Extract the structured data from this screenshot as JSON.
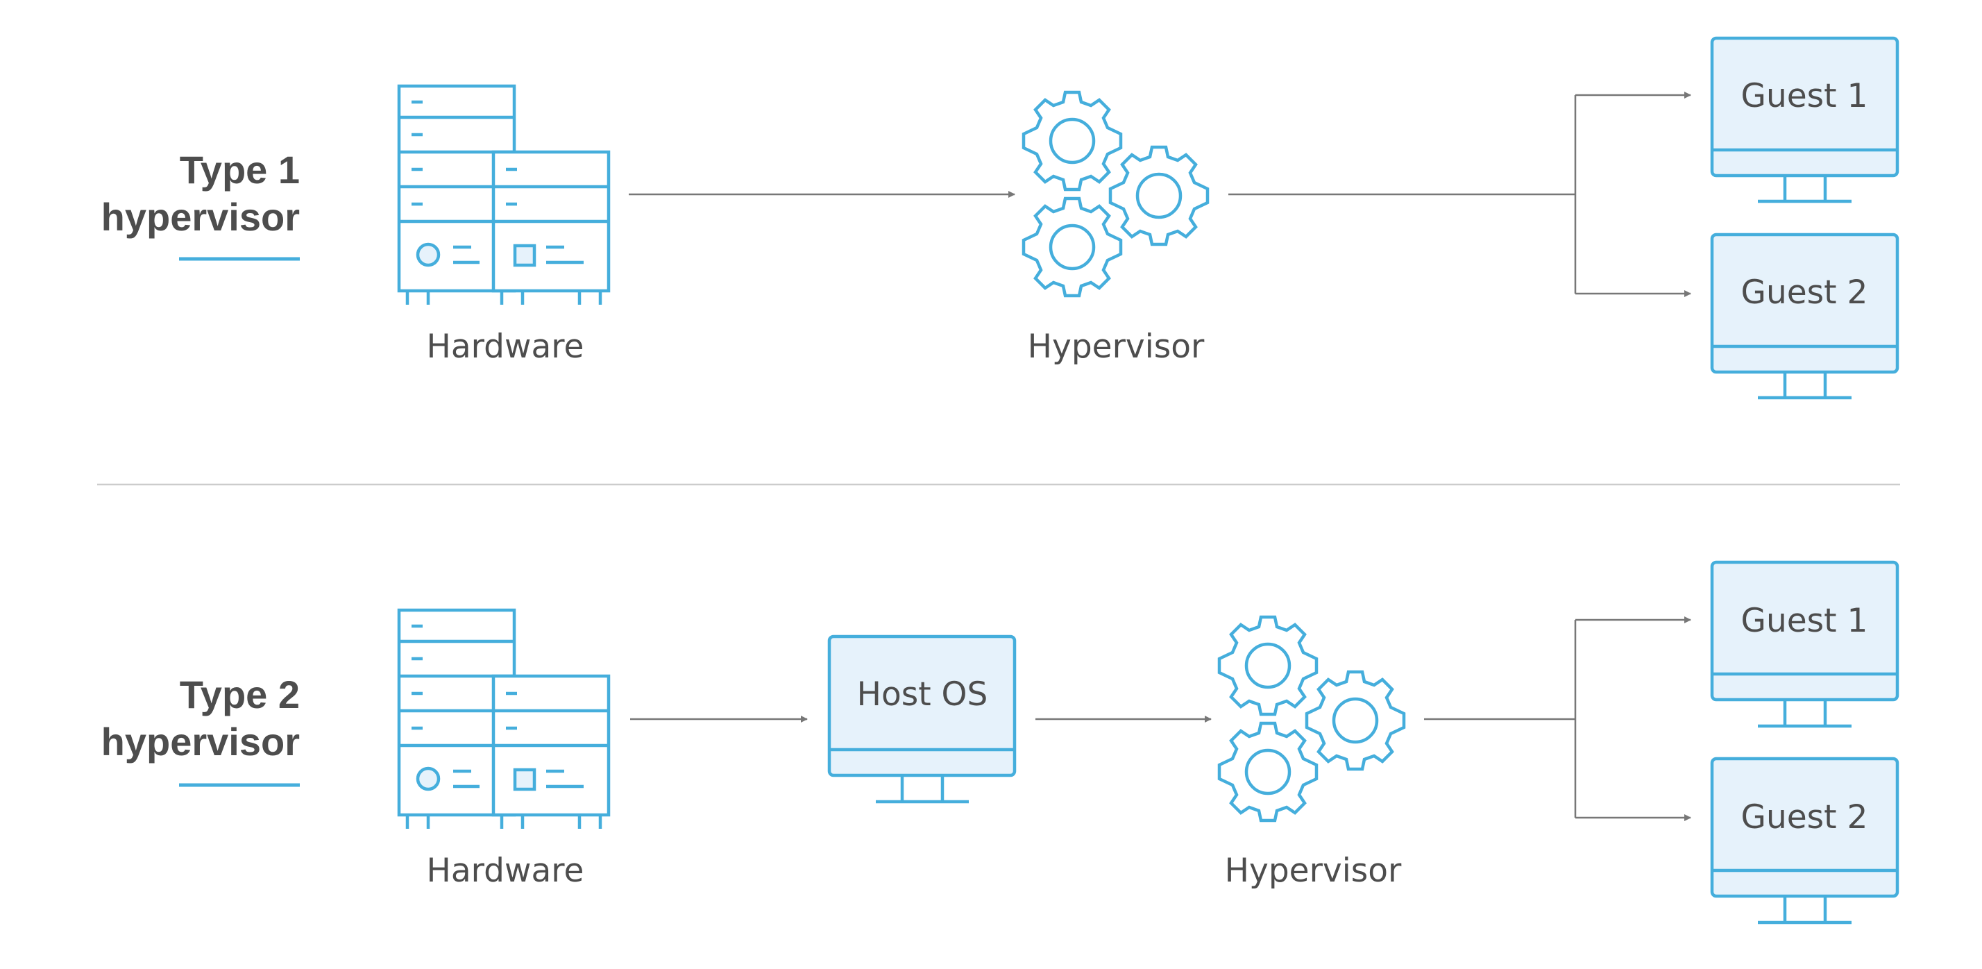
{
  "colors": {
    "accent": "#45aedc",
    "screen_fill": "#e6f2fb",
    "text": "#4d4d4d",
    "connector": "#777777",
    "divider": "#cccccc"
  },
  "type1": {
    "title_line1": "Type 1",
    "title_line2": "hypervisor",
    "hardware_label": "Hardware",
    "hypervisor_label": "Hypervisor",
    "guest1": "Guest 1",
    "guest2": "Guest 2"
  },
  "type2": {
    "title_line1": "Type 2",
    "title_line2": "hypervisor",
    "hardware_label": "Hardware",
    "host_os": "Host OS",
    "hypervisor_label": "Hypervisor",
    "guest1": "Guest 1",
    "guest2": "Guest 2"
  },
  "icons": {
    "hardware": "server-rack-icon",
    "hypervisor": "gears-icon",
    "guest": "monitor-icon",
    "host": "monitor-icon"
  }
}
